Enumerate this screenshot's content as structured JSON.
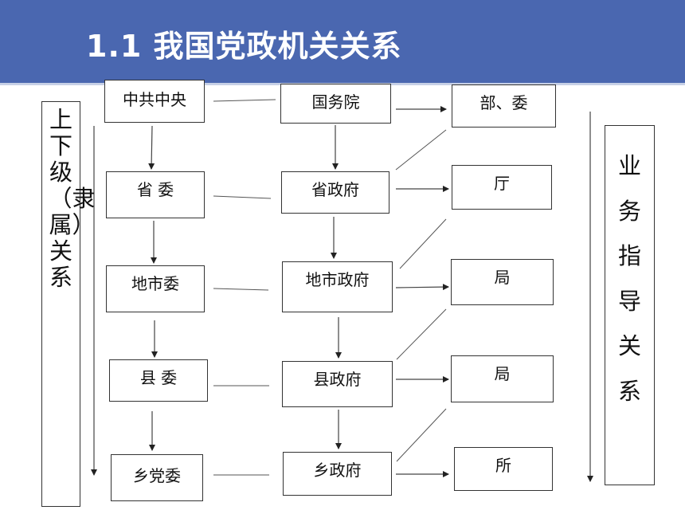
{
  "title": "1.1 我国党政机关关系",
  "left_label": "上下级（隶属）关系",
  "right_label": "业务指导关系",
  "party_column": [
    "中共中央",
    "省 委",
    "地市委",
    "县 委",
    "乡党委"
  ],
  "government_column": [
    "国务院",
    "省政府",
    "地市政府",
    "县政府",
    "乡政府"
  ],
  "department_column": [
    "部、委",
    "厅",
    "局",
    "局",
    "所"
  ],
  "colors": {
    "header": "#4a67b0",
    "border": "#333333",
    "text": "#111111"
  }
}
